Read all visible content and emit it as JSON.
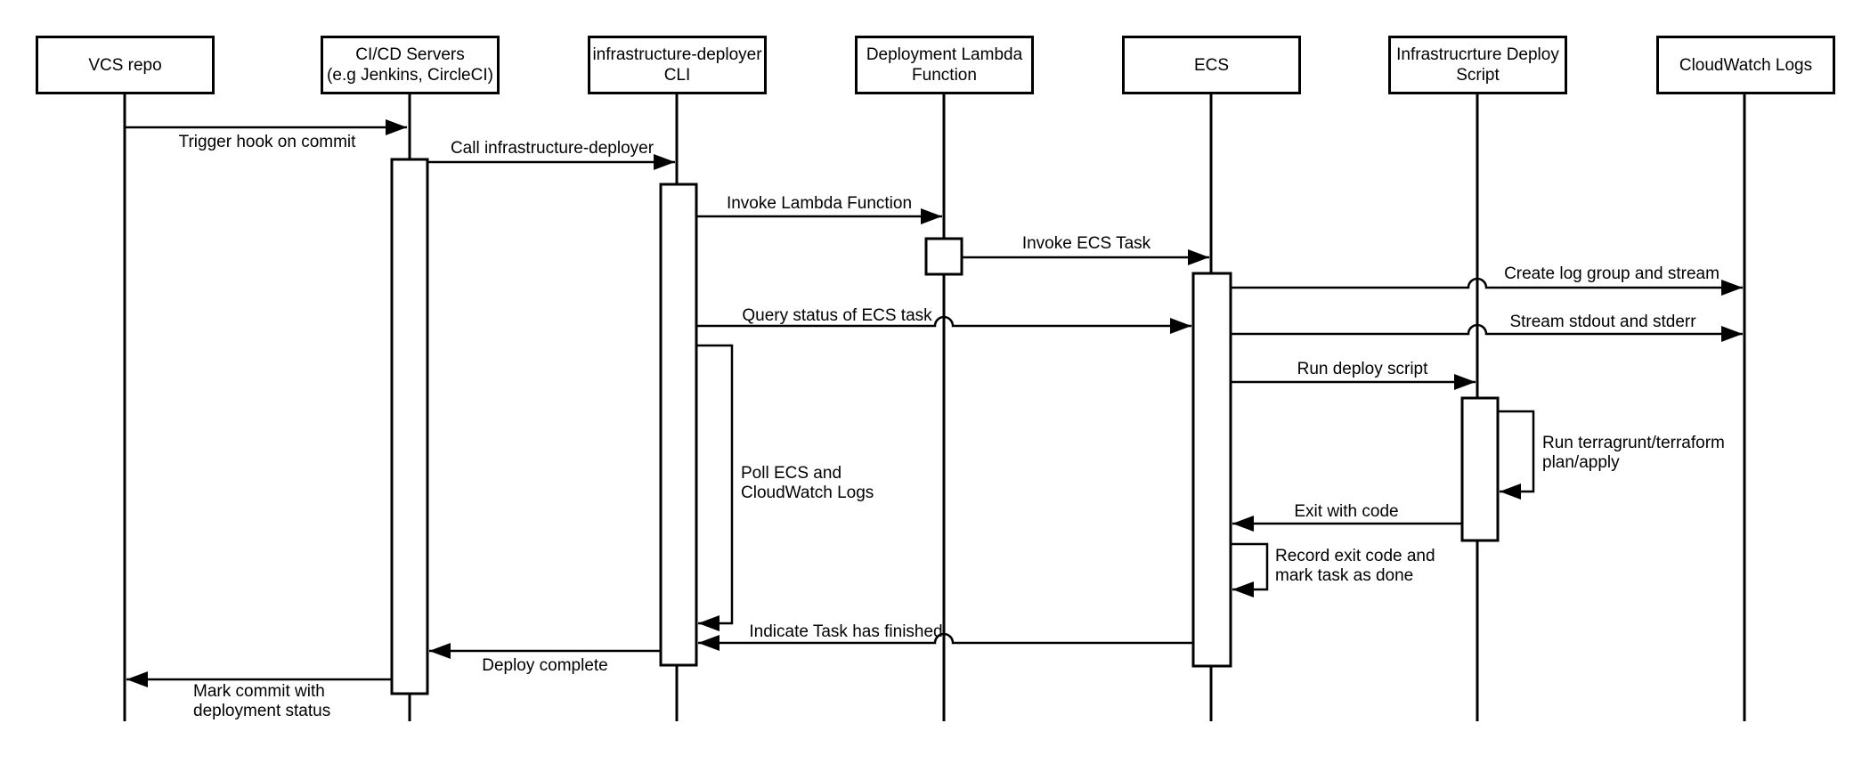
{
  "participants": [
    {
      "id": "vcs",
      "label": "VCS repo"
    },
    {
      "id": "cicd",
      "label": "CI/CD Servers\n(e.g Jenkins, CircleCI)"
    },
    {
      "id": "cli",
      "label": "infrastructure-deployer\nCLI"
    },
    {
      "id": "lambda",
      "label": "Deployment Lambda\nFunction"
    },
    {
      "id": "ecs",
      "label": "ECS"
    },
    {
      "id": "deploy_script",
      "label": "Infrastrucrture Deploy\nScript"
    },
    {
      "id": "cloudwatch",
      "label": "CloudWatch Logs"
    }
  ],
  "messages": [
    {
      "label": "Trigger hook on commit",
      "from": "vcs",
      "to": "cicd"
    },
    {
      "label": "Call infrastructure-deployer",
      "from": "cicd",
      "to": "cli"
    },
    {
      "label": "Invoke Lambda Function",
      "from": "cli",
      "to": "lambda"
    },
    {
      "label": "Invoke ECS Task",
      "from": "lambda",
      "to": "ecs"
    },
    {
      "label": "Create log group and stream",
      "from": "ecs",
      "to": "cloudwatch"
    },
    {
      "label": "Query status of ECS task",
      "from": "cli",
      "to": "ecs"
    },
    {
      "label": "Stream stdout and stderr",
      "from": "ecs",
      "to": "cloudwatch"
    },
    {
      "label": "Run deploy script",
      "from": "ecs",
      "to": "deploy_script"
    },
    {
      "label": "Run terragrunt/terraform\nplan/apply",
      "from": "deploy_script",
      "to": "deploy_script"
    },
    {
      "label": "Exit with code",
      "from": "deploy_script",
      "to": "ecs"
    },
    {
      "label": "Record exit code and\nmark task as done",
      "from": "ecs",
      "to": "ecs"
    },
    {
      "label": "Poll ECS and\nCloudWatch Logs",
      "from": "cli",
      "to": "cli"
    },
    {
      "label": "Indicate Task has finished",
      "from": "ecs",
      "to": "cli"
    },
    {
      "label": "Deploy complete",
      "from": "cli",
      "to": "cicd"
    },
    {
      "label": "Mark commit with\ndeployment status",
      "from": "cicd",
      "to": "vcs"
    }
  ],
  "colors": {
    "stroke": "#000000",
    "fill": "#ffffff"
  }
}
